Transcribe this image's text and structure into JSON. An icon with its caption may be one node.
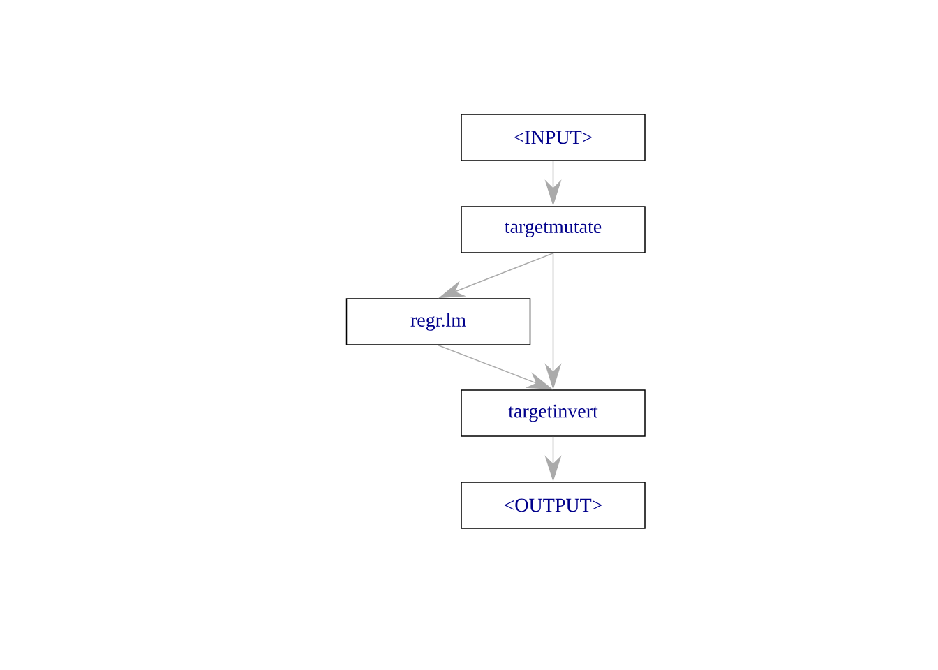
{
  "diagram": {
    "nodes": [
      {
        "text": [
          "<INPUT>"
        ]
      },
      {
        "text": [
          "targetmutate"
        ]
      },
      {
        "text": [
          "regr.lm"
        ]
      },
      {
        "text": [
          "targetinvert"
        ]
      },
      {
        "text": [
          "<OUTPUT>"
        ]
      }
    ],
    "edges": [
      {
        "from": 0,
        "to": 1,
        "arrow": "to"
      },
      {
        "from": 1,
        "to": 2,
        "arrow": "to"
      },
      {
        "from": 1,
        "to": 3,
        "arrow": "to"
      },
      {
        "from": 2,
        "to": 3,
        "arrow": "to"
      },
      {
        "from": 3,
        "to": 4,
        "arrow": "to"
      }
    ]
  }
}
